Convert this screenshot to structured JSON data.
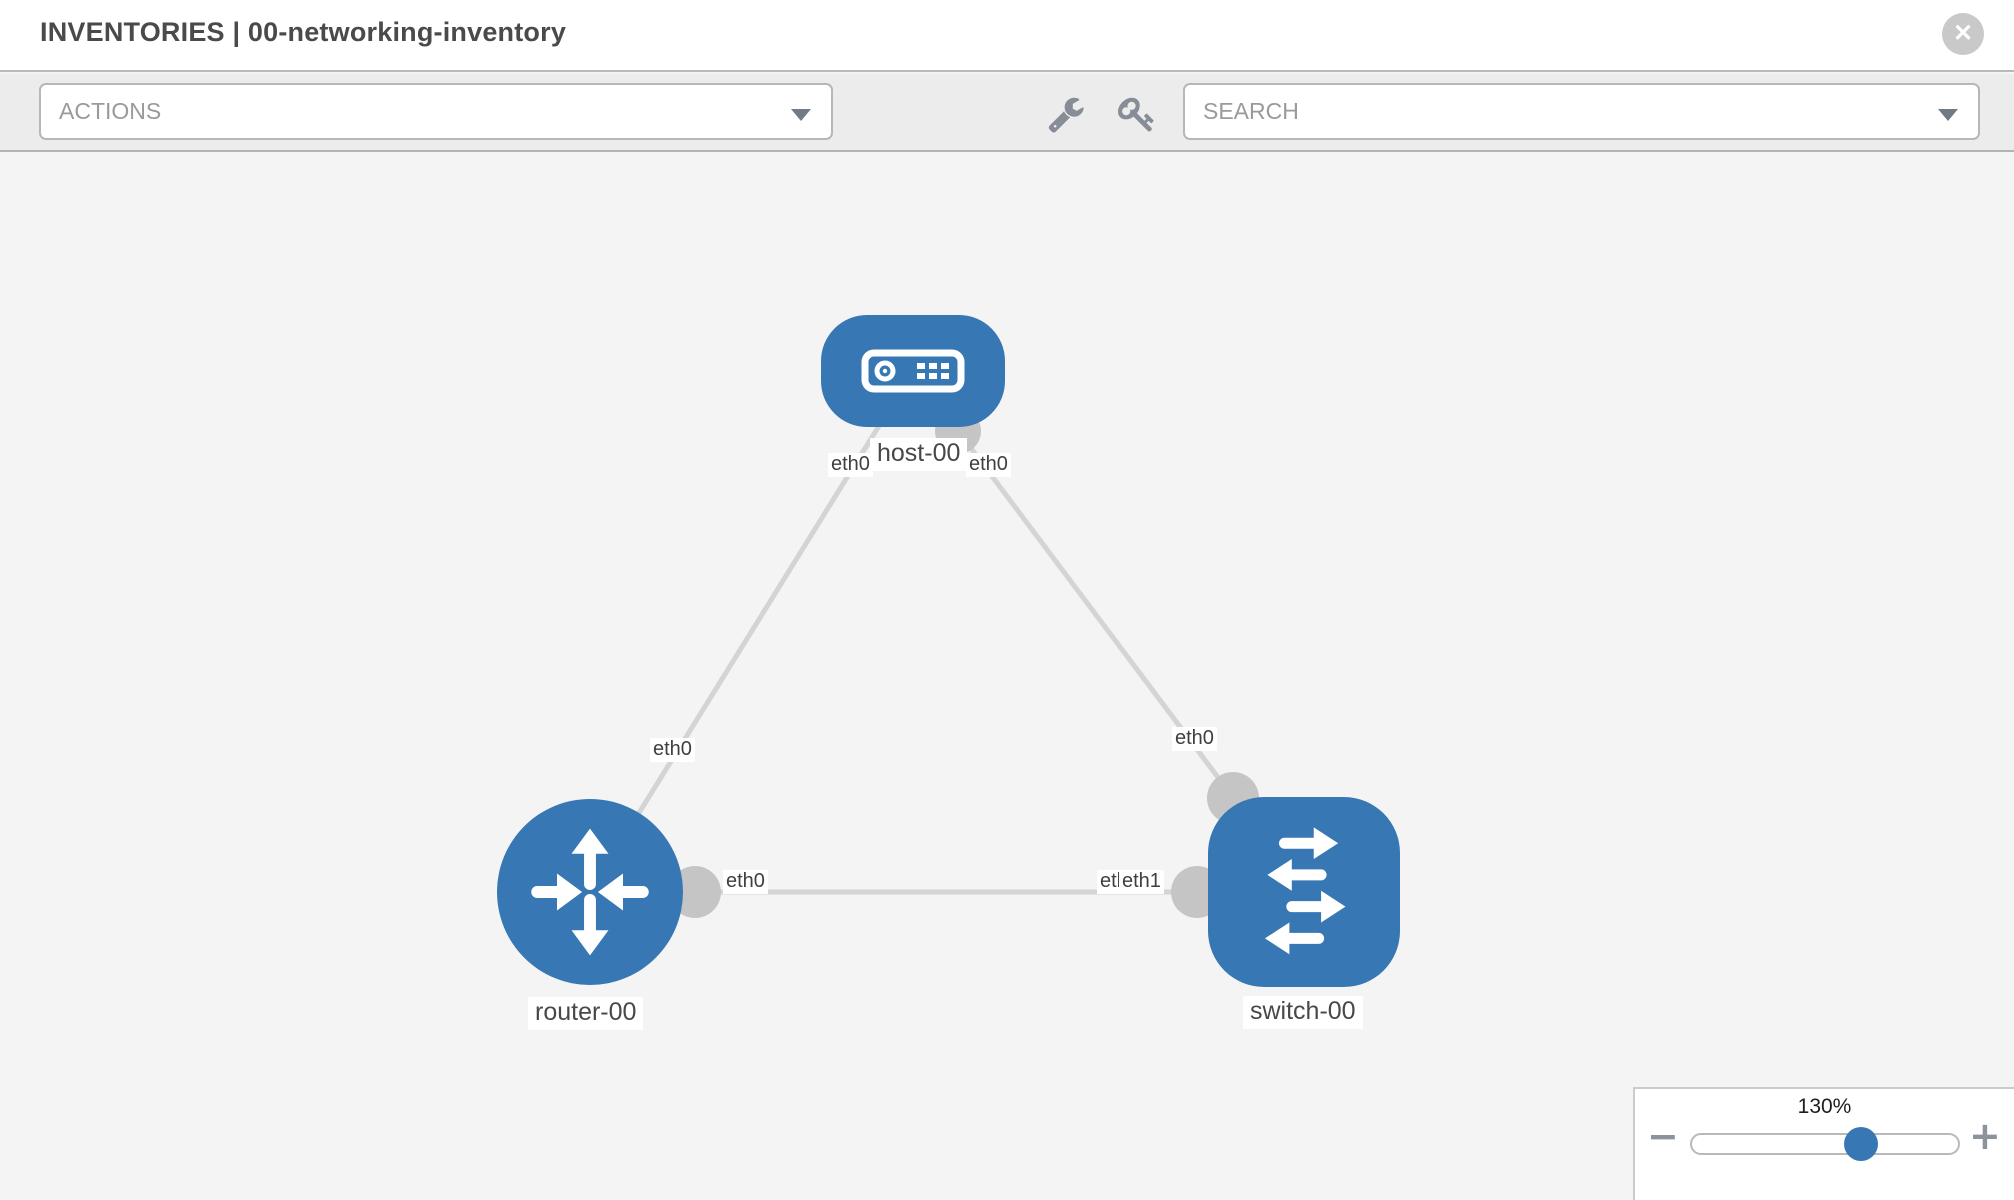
{
  "header": {
    "title": "INVENTORIES | 00-networking-inventory",
    "close_label": "✕"
  },
  "toolbar": {
    "actions_placeholder": "ACTIONS",
    "search_placeholder": "SEARCH",
    "icons": [
      {
        "name": "wrench-icon"
      },
      {
        "name": "key-icon"
      }
    ]
  },
  "topology": {
    "nodes": [
      {
        "id": "host-00",
        "type": "host",
        "label": "host-00"
      },
      {
        "id": "router-00",
        "type": "router",
        "label": "router-00"
      },
      {
        "id": "switch-00",
        "type": "switch",
        "label": "switch-00"
      }
    ],
    "links": [
      {
        "from": "host-00",
        "to": "router-00",
        "from_interface": "eth0",
        "to_interface": "eth0"
      },
      {
        "from": "host-00",
        "to": "switch-00",
        "from_interface": "eth0",
        "to_interface": "eth0"
      },
      {
        "from": "router-00",
        "to": "switch-00",
        "from_interface": "eth0",
        "to_interface": "eth1",
        "overlapped_visible_text": "etleth1"
      }
    ],
    "interface_labels": {
      "host_left": "eth0",
      "host_right": "eth0",
      "router_link_upper": "eth0",
      "switch_link_upper": "eth0",
      "router_side": "eth0",
      "switch_side_under": "eth0",
      "switch_side_over": "eth1"
    }
  },
  "zoom_control": {
    "level": "130%",
    "minus_label": "−",
    "plus_label": "+"
  },
  "colors": {
    "node_blue": "#3778b4",
    "link_gray": "#d4d4d4",
    "endpoint_gray": "#c5c5c5",
    "toolbar_bg": "#ececec",
    "canvas_bg": "#f4f4f4",
    "placeholder_gray": "#9a9a9a",
    "title_gray": "#4a4a4a"
  }
}
